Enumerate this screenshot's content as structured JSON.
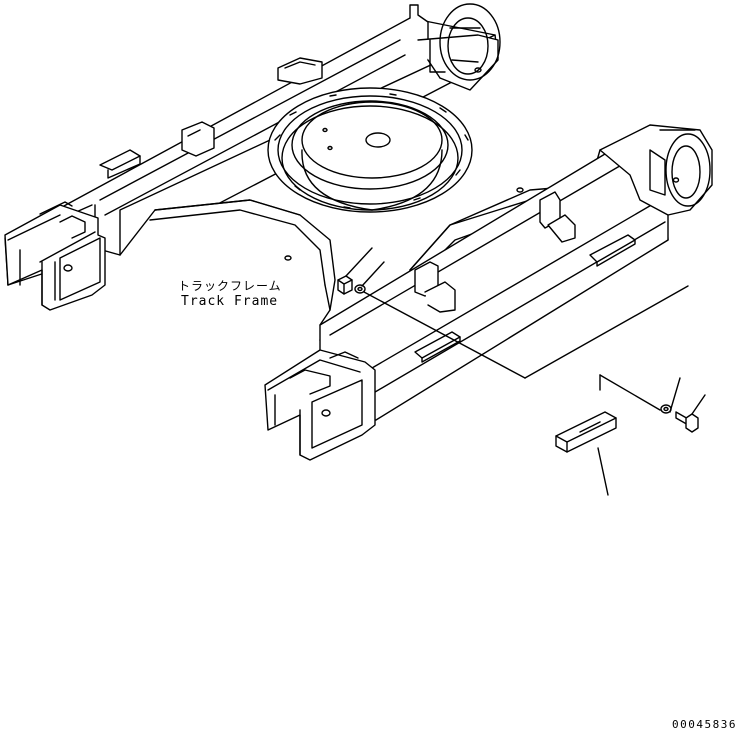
{
  "diagram": {
    "label_japanese": "トラックフレーム",
    "label_english": "Track Frame",
    "drawing_number": "00045836",
    "colors": {
      "line": "#000000",
      "fill": "#ffffff"
    }
  }
}
